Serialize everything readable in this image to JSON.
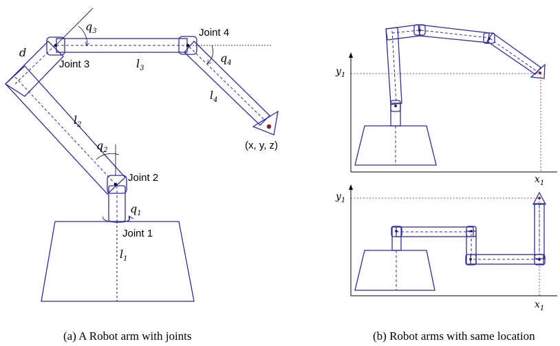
{
  "panel_a": {
    "joint_1": "Joint 1",
    "joint_2": "Joint 2",
    "joint_3": "Joint 3",
    "joint_4": "Joint 4",
    "q1": "q",
    "q1_sub": "1",
    "q2": "q",
    "q2_sub": "2",
    "q3": "q",
    "q3_sub": "3",
    "q4": "q",
    "q4_sub": "4",
    "l1": "l",
    "l1_sub": "1",
    "l2": "l",
    "l2_sub": "2",
    "l3": "l",
    "l3_sub": "3",
    "l4": "l",
    "l4_sub": "4",
    "d": "d",
    "end_effector": "(x, y, z)",
    "caption": "(a) A Robot arm with joints"
  },
  "panel_b": {
    "y1": "y",
    "y1_sub": "1",
    "x1": "x",
    "x1_sub": "1",
    "caption": "(b) Robot arms with same location"
  },
  "colors": {
    "arm": "#2b2ba8",
    "target": "#c0304a"
  }
}
